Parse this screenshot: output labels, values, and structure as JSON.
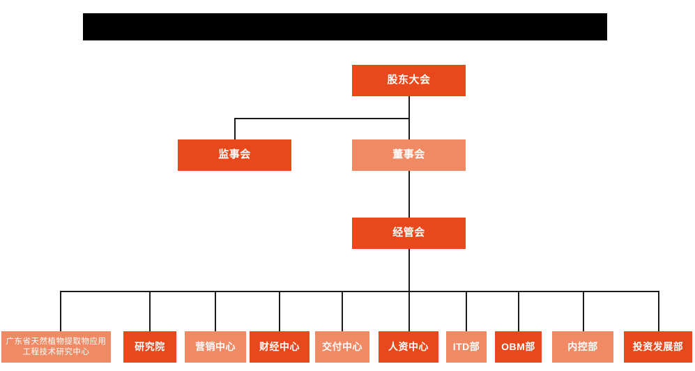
{
  "diagram": {
    "type": "org-chart",
    "title_bar": {
      "label": "",
      "note": "redacted-black-bar",
      "color": "#000000"
    },
    "colors": {
      "dark_orange": "#E8491C",
      "light_salmon": "#EF8A64",
      "connector": "#1a1a1a",
      "background": "#FFFFFF",
      "text": "#FFFFFF"
    },
    "levels": [
      {
        "name": "level-1",
        "nodes": [
          {
            "id": "shareholders",
            "label": "股东大会",
            "shade": "dark"
          }
        ]
      },
      {
        "name": "level-2",
        "nodes": [
          {
            "id": "supervisors",
            "label": "监事会",
            "shade": "dark"
          },
          {
            "id": "directors",
            "label": "董事会",
            "shade": "light"
          }
        ]
      },
      {
        "name": "level-3",
        "nodes": [
          {
            "id": "management",
            "label": "经管会",
            "shade": "dark"
          }
        ]
      },
      {
        "name": "level-4",
        "nodes": [
          {
            "id": "research-center",
            "label": "广东省天然植物提取物应用工程技术研究中心",
            "shade": "light"
          },
          {
            "id": "institute",
            "label": "研究院",
            "shade": "dark"
          },
          {
            "id": "marketing-center",
            "label": "营销中心",
            "shade": "light"
          },
          {
            "id": "finance-center",
            "label": "财经中心",
            "shade": "dark"
          },
          {
            "id": "delivery-center",
            "label": "交付中心",
            "shade": "light"
          },
          {
            "id": "hr-center",
            "label": "人资中心",
            "shade": "dark"
          },
          {
            "id": "itd-dept",
            "label": "ITD部",
            "shade": "light"
          },
          {
            "id": "obm-dept",
            "label": "OBM部",
            "shade": "dark"
          },
          {
            "id": "internal-control-dept",
            "label": "内控部",
            "shade": "light"
          },
          {
            "id": "investment-development-dept",
            "label": "投资发展部",
            "shade": "dark"
          }
        ]
      }
    ]
  }
}
